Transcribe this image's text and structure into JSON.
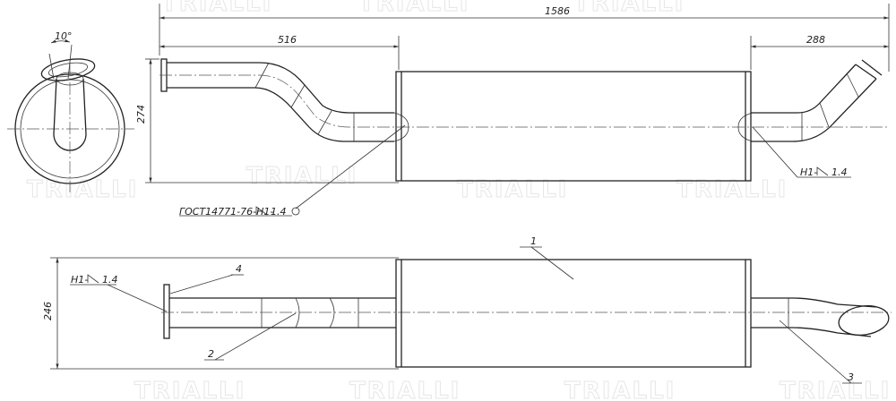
{
  "dimensions": {
    "overall_length": "1586",
    "inlet_offset": "516",
    "outlet_offset": "288",
    "top_view_height": "274",
    "side_view_height": "246",
    "flange_angle": "10°"
  },
  "callouts": {
    "part_1": "1",
    "part_2": "2",
    "part_3": "3",
    "part_4": "4"
  },
  "weld_notes": {
    "gost_weld": "ГОСТ14771-76-Н1-",
    "gost_weld_size": "1.4",
    "weld_outlet": "Н1-",
    "weld_outlet_size": "1.4",
    "weld_flange": "Н1-",
    "weld_flange_size": "1.4"
  },
  "watermark": {
    "brand": "TRIALLI"
  }
}
